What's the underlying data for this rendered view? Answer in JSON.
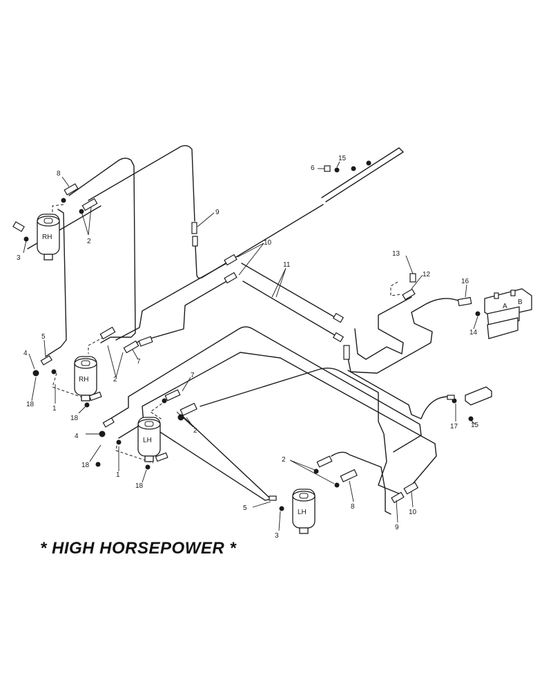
{
  "caption": "* HIGH HORSEPOWER *",
  "tanks": [
    {
      "id": "rh_upper",
      "label": "RH"
    },
    {
      "id": "rh_lower",
      "label": "RH"
    },
    {
      "id": "lh_middle",
      "label": "LH"
    },
    {
      "id": "lh_lower",
      "label": "LH"
    }
  ],
  "valve_labels": {
    "a": "A",
    "b": "B"
  },
  "callouts": [
    {
      "id": "c8a",
      "text": "8"
    },
    {
      "id": "c2a",
      "text": "2"
    },
    {
      "id": "c3a",
      "text": "3"
    },
    {
      "id": "c9a",
      "text": "9"
    },
    {
      "id": "c6",
      "text": "6"
    },
    {
      "id": "c15a",
      "text": "15"
    },
    {
      "id": "c10a",
      "text": "10"
    },
    {
      "id": "c11",
      "text": "11"
    },
    {
      "id": "c13",
      "text": "13"
    },
    {
      "id": "c12",
      "text": "12"
    },
    {
      "id": "c16",
      "text": "16"
    },
    {
      "id": "c14",
      "text": "14"
    },
    {
      "id": "c5a",
      "text": "5"
    },
    {
      "id": "c4a",
      "text": "4"
    },
    {
      "id": "c7a",
      "text": "7"
    },
    {
      "id": "c2b",
      "text": "2"
    },
    {
      "id": "c18a",
      "text": "18"
    },
    {
      "id": "c1a",
      "text": "1"
    },
    {
      "id": "c18b",
      "text": "18"
    },
    {
      "id": "c7b",
      "text": "7"
    },
    {
      "id": "c2c",
      "text": "2"
    },
    {
      "id": "c4b",
      "text": "4"
    },
    {
      "id": "c18c",
      "text": "18"
    },
    {
      "id": "c1b",
      "text": "1"
    },
    {
      "id": "c18d",
      "text": "18"
    },
    {
      "id": "c17",
      "text": "17"
    },
    {
      "id": "c15b",
      "text": "15"
    },
    {
      "id": "c2d",
      "text": "2"
    },
    {
      "id": "c8b",
      "text": "8"
    },
    {
      "id": "c5b",
      "text": "5"
    },
    {
      "id": "c3b",
      "text": "3"
    },
    {
      "id": "c9b",
      "text": "9"
    },
    {
      "id": "c10b",
      "text": "10"
    }
  ]
}
